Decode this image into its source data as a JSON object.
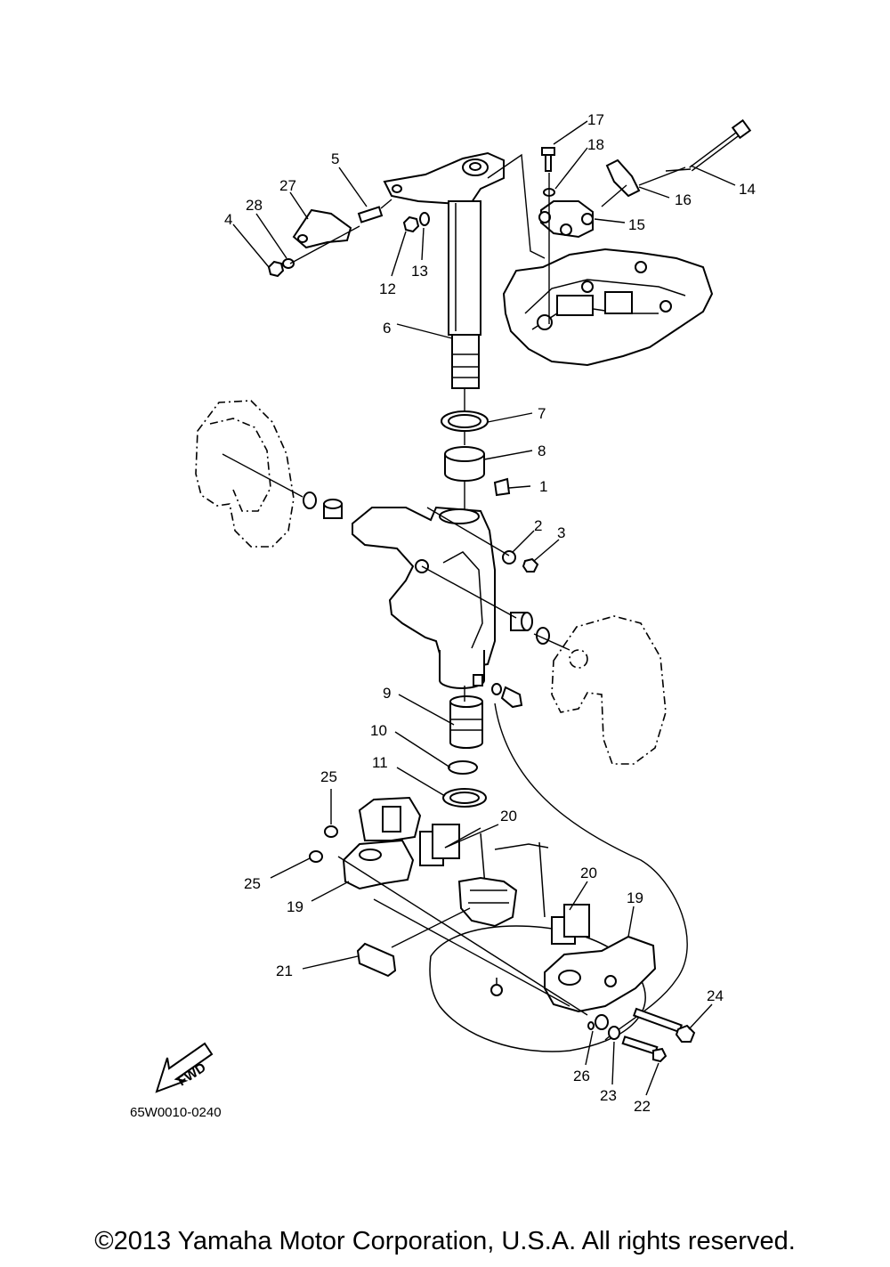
{
  "diagram": {
    "callouts": [
      {
        "id": "c1",
        "label": "1"
      },
      {
        "id": "c2",
        "label": "2"
      },
      {
        "id": "c3",
        "label": "3"
      },
      {
        "id": "c4",
        "label": "4"
      },
      {
        "id": "c5",
        "label": "5"
      },
      {
        "id": "c6",
        "label": "6"
      },
      {
        "id": "c7",
        "label": "7"
      },
      {
        "id": "c8",
        "label": "8"
      },
      {
        "id": "c9",
        "label": "9"
      },
      {
        "id": "c10",
        "label": "10"
      },
      {
        "id": "c11",
        "label": "11"
      },
      {
        "id": "c12",
        "label": "12"
      },
      {
        "id": "c13",
        "label": "13"
      },
      {
        "id": "c14",
        "label": "14"
      },
      {
        "id": "c15",
        "label": "15"
      },
      {
        "id": "c16",
        "label": "16"
      },
      {
        "id": "c17",
        "label": "17"
      },
      {
        "id": "c18",
        "label": "18"
      },
      {
        "id": "c19a",
        "label": "19"
      },
      {
        "id": "c19b",
        "label": "19"
      },
      {
        "id": "c20a",
        "label": "20"
      },
      {
        "id": "c20b",
        "label": "20"
      },
      {
        "id": "c21",
        "label": "21"
      },
      {
        "id": "c22",
        "label": "22"
      },
      {
        "id": "c23",
        "label": "23"
      },
      {
        "id": "c24",
        "label": "24"
      },
      {
        "id": "c25a",
        "label": "25"
      },
      {
        "id": "c25b",
        "label": "25"
      },
      {
        "id": "c26",
        "label": "26"
      },
      {
        "id": "c27",
        "label": "27"
      },
      {
        "id": "c28",
        "label": "28"
      }
    ],
    "fwd_label": "FWD",
    "diagram_code": "65W0010-0240",
    "copyright": "©2013 Yamaha Motor Corporation, U.S.A. All rights reserved."
  }
}
